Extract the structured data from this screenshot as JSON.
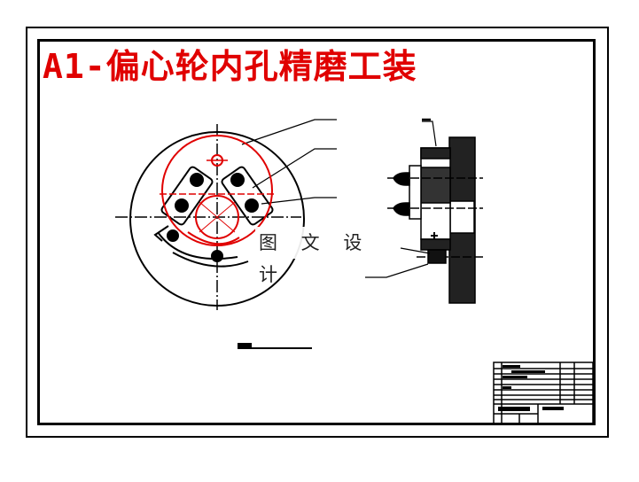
{
  "drawing": {
    "title": "A1-偏心轮内孔精磨工装",
    "watermark": "图 文 设 计",
    "colors": {
      "title": "#e00000",
      "part_outline": "#e00000",
      "fixture_lines": "#000000",
      "background": "#ffffff"
    },
    "views": [
      {
        "name": "front-view",
        "description": "circular fixture plate with eccentric wheel (red) and clamp blocks"
      },
      {
        "name": "side-section-view",
        "description": "sectioned side view with hatched base plate and locating pins"
      }
    ],
    "leader_labels": [
      ".",
      ".",
      ".",
      ".",
      "."
    ],
    "scale_bar_label": "比例",
    "title_block": {
      "rows": 9,
      "drawing_name": "偏心轮内孔精磨工装"
    }
  }
}
